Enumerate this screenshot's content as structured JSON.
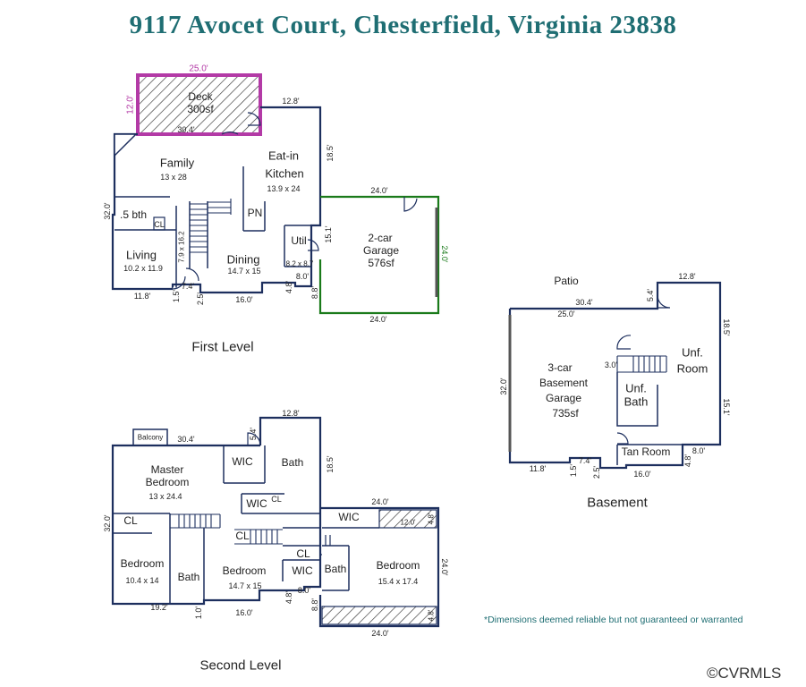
{
  "title": "9117 Avocet Court, Chesterfield, Virginia 23838",
  "disclaimer": "*Dimensions deemed reliable but not guaranteed or warranted",
  "copyright": "©CVRMLS",
  "colors": {
    "title": "#1f6e73",
    "walls": "#1d2f5e",
    "deck": "#b33aa6",
    "garage": "#1a7a1a"
  },
  "levels": {
    "first": {
      "name": "First Level",
      "rooms": {
        "deck": "Deck",
        "deck_area": "300sf",
        "family": "Family",
        "family_size": "13 x 28",
        "kitchen_1": "Eat-in",
        "kitchen_2": "Kitchen",
        "kitchen_size": "13.9 x 24",
        "half_bath": ".5 bth",
        "cl": "CL",
        "pn": "PN",
        "living": "Living",
        "living_size": "10.2 x 11.9",
        "dining": "Dining",
        "dining_size": "14.7 x 15",
        "util": "Util",
        "util_size": "8.2 x 8.7",
        "garage_1": "2-car",
        "garage_2": "Garage",
        "garage_area": "576sf",
        "stair_size": "7.9 x 16.2"
      },
      "dims": {
        "deck_w": "25.0'",
        "deck_h": "12.0'",
        "deck_stair": "30.4'",
        "top_right": "12.8'",
        "right_side": "18.5'",
        "left_side": "32.0'",
        "bottom_left": "11.8'",
        "notch_w": "7.4'",
        "notch_h1": "1.5'",
        "notch_h2": "2.5'",
        "bottom_mid": "16.0'",
        "step_h": "4.8'",
        "step_w": "8.0'",
        "step_v": "8.8'",
        "util_v": "15.1'",
        "garage_top": "24.0'",
        "garage_side": "24.0'",
        "garage_bottom": "24.0'"
      }
    },
    "basement": {
      "name": "Basement",
      "rooms": {
        "patio": "Patio",
        "garage_1": "3-car",
        "garage_2": "Basement",
        "garage_3": "Garage",
        "garage_area": "735sf",
        "unf_room_1": "Unf.",
        "unf_room_2": "Room",
        "unf_bath_1": "Unf.",
        "unf_bath_2": "Bath",
        "tan_room": "Tan Room",
        "stair_dim": "3.0'"
      },
      "dims": {
        "top": "30.4'",
        "inner_top": "25.0'",
        "top_right": "12.8'",
        "door_h": "5.4'",
        "right_1": "18.5'",
        "right_2": "15.1'",
        "left": "32.0'",
        "bottom_left": "11.8'",
        "notch_w": "7.4'",
        "notch_h1": "1.5'",
        "notch_h2": "2.5'",
        "bottom_mid": "16.0'",
        "step_w": "8.0'",
        "step_h": "4.8'"
      }
    },
    "second": {
      "name": "Second Level",
      "rooms": {
        "balcony": "Balcony",
        "master_1": "Master",
        "master_2": "Bedroom",
        "master_size": "13 x 24.4",
        "wic_1": "WIC",
        "bath_top": "Bath",
        "wic_2": "WIC",
        "cl_1": "CL",
        "cl_2": "CL",
        "cl_3": "CL",
        "cl_4": "CL",
        "wic_3": "WIC",
        "wic_4": "WIC",
        "bed_left": "Bedroom",
        "bed_left_size": "10.4 x 14",
        "bath_left": "Bath",
        "bed_mid": "Bedroom",
        "bed_mid_size": "14.7 x 15",
        "bath_right": "Bath",
        "bed_right": "Bedroom",
        "bed_right_size": "15.4 x 17.4"
      },
      "dims": {
        "top": "30.4'",
        "top_right": "12.8'",
        "door_h": "5.4'",
        "right": "18.5'",
        "garage_top": "24.0'",
        "garage_side": "24.0'",
        "garage_bottom": "24.0'",
        "left": "32.0'",
        "bottom_left": "19.2'",
        "notch": "1.0'",
        "bottom_mid": "16.0'",
        "step_w": "8.0'",
        "step_h": "4.8'",
        "step_v": "8.8'",
        "attic_1": "12.0'",
        "attic_2": "4.8'",
        "attic_3": "4.8'"
      }
    }
  }
}
